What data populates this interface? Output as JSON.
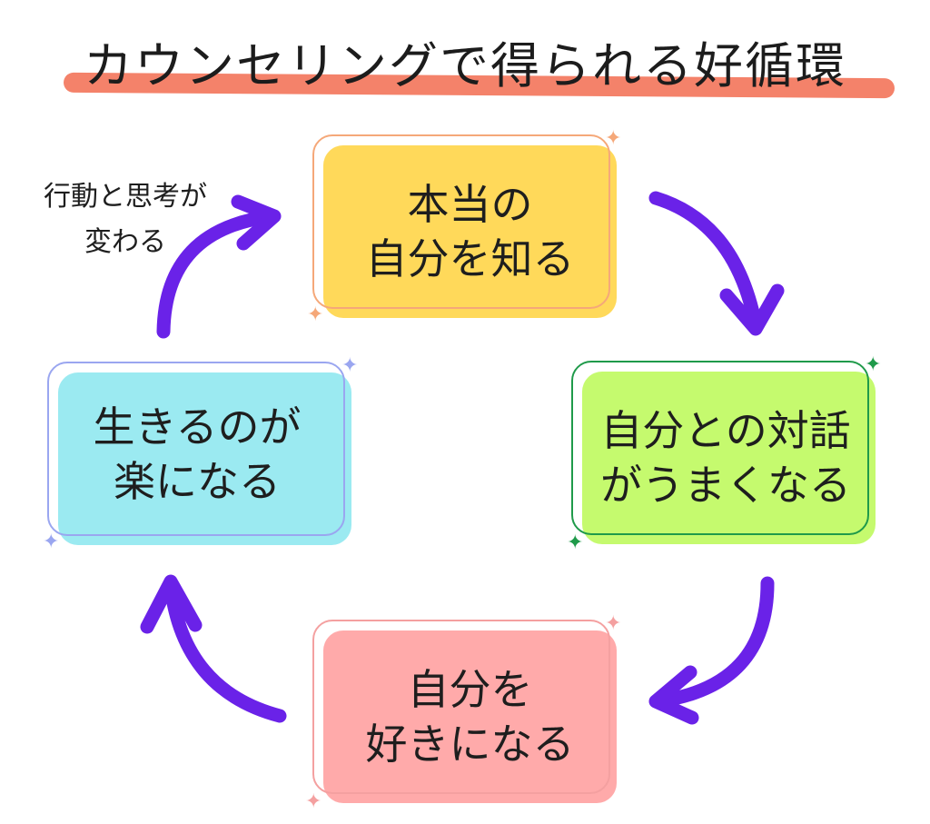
{
  "title": "カウンセリングで得られる好循環",
  "colors": {
    "underline": "#f4826a",
    "arrow": "#6a22e8",
    "text": "#1e1e1e"
  },
  "cards": {
    "top": {
      "line1": "本当の",
      "line2": "自分を知る",
      "fill": "#ffd95a",
      "outline": "#f5a879"
    },
    "right": {
      "line1": "自分との対話",
      "line2": "がうまくなる",
      "fill": "#c5fa6e",
      "outline": "#1f9a4a"
    },
    "bottom": {
      "line1": "自分を",
      "line2": "好きになる",
      "fill": "#ffaaaa",
      "outline": "#f4a0a0"
    },
    "left": {
      "line1": "生きるのが",
      "line2": "楽になる",
      "fill": "#9beaf1",
      "outline": "#9aa6f0"
    }
  },
  "note": {
    "line1": "行動と思考が",
    "line2": "変わる"
  },
  "icons": [
    "sparkle-icon",
    "curved-arrow-icon"
  ]
}
